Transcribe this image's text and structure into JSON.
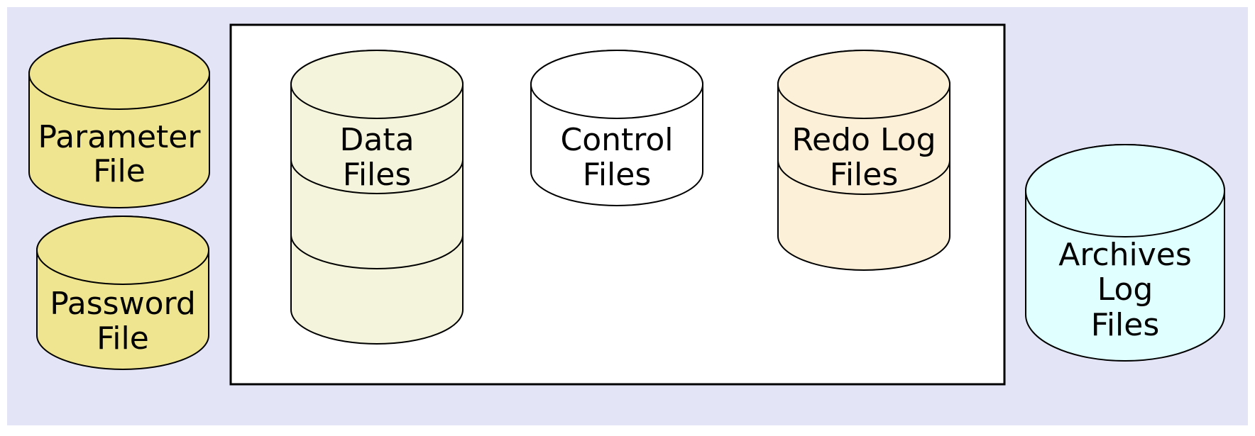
{
  "colors": {
    "background": "#e4e4f7",
    "border": "#ffffff",
    "database_box": "#ffffff",
    "parameter_file": "#efe48f",
    "password_file": "#efe48f",
    "data_files": "#f4f4dc",
    "control_files": "#ffffff",
    "redo_log_files": "#fdf0d8",
    "archive_log_files": "#e0ffff"
  },
  "files": {
    "parameter_file": {
      "lines": [
        "Parameter",
        "File"
      ],
      "segments": 1
    },
    "password_file": {
      "lines": [
        "Password",
        "File"
      ],
      "segments": 1
    },
    "data_files": {
      "lines": [
        "Data",
        "Files"
      ],
      "segments": 3
    },
    "control_files": {
      "lines": [
        "Control",
        "Files"
      ],
      "segments": 1
    },
    "redo_log_files": {
      "lines": [
        "Redo Log",
        "Files"
      ],
      "segments": 2
    },
    "archive_log_files": {
      "lines": [
        "Archives",
        "Log",
        "Files"
      ],
      "segments": 1
    }
  }
}
